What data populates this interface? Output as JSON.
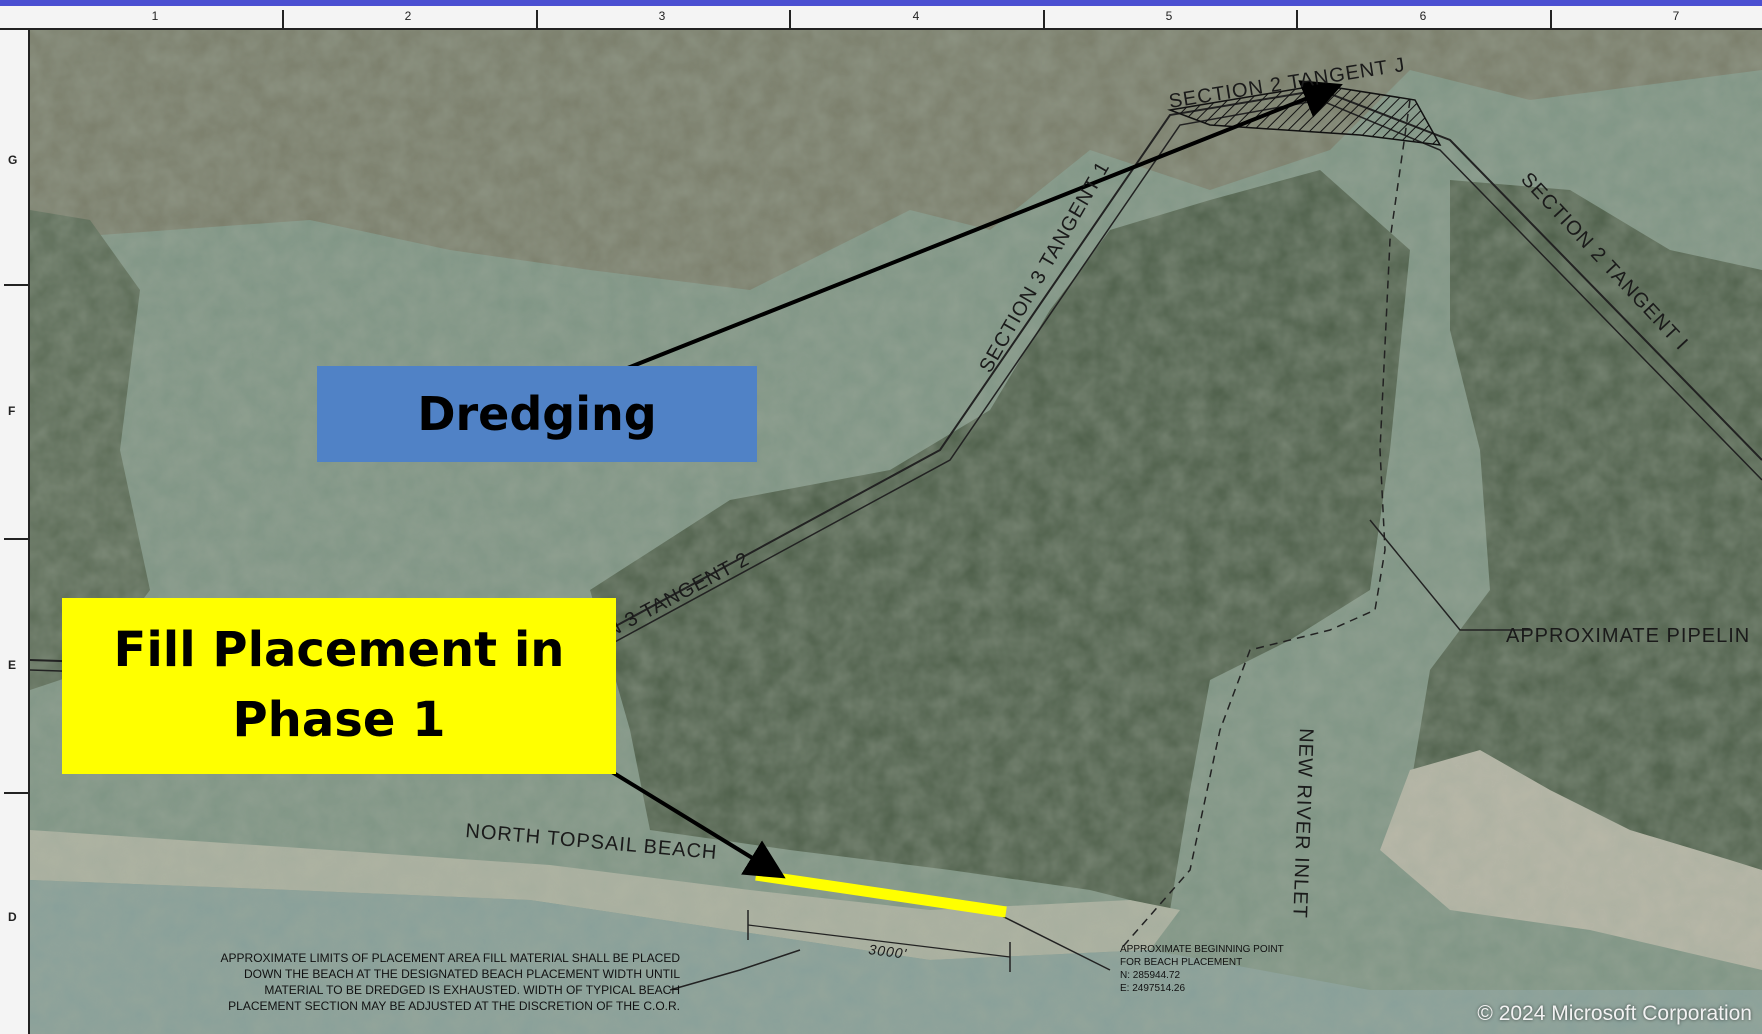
{
  "ruler": {
    "columns": [
      "1",
      "2",
      "3",
      "4",
      "5",
      "6",
      "7"
    ],
    "rows": [
      "G",
      "F",
      "E",
      "D"
    ]
  },
  "map": {
    "labels": {
      "section2_tangent_j": "SECTION 2 TANGENT J",
      "section3_tangent1": "SECTION 3 TANGENT 1",
      "section2_tangent_i": "SECTION 2 TANGENT I",
      "section3_tangent2": "N 3 TANGENT 2",
      "pipeline": "APPROXIMATE PIPELIN",
      "north_topsail": "NORTH TOPSAIL BEACH",
      "new_river_inlet": "NEW RIVER INLET",
      "dimension": "3000'"
    },
    "note_limits": [
      "APPROXIMATE LIMITS OF PLACEMENT AREA FILL MATERIAL SHALL BE PLACED",
      "DOWN THE BEACH AT THE DESIGNATED BEACH PLACEMENT WIDTH UNTIL",
      "MATERIAL TO BE DREDGED IS EXHAUSTED. WIDTH OF TYPICAL BEACH",
      "PLACEMENT SECTION MAY BE ADJUSTED AT THE DISCRETION OF THE C.O.R."
    ],
    "note_beginning": [
      "APPROXIMATE BEGINNING POINT",
      "FOR BEACH PLACEMENT",
      "N: 285944.72",
      "E: 2497514.26"
    ]
  },
  "callouts": {
    "dredging": "Dredging",
    "fill_line1": "Fill Placement in",
    "fill_line2": "Phase 1"
  },
  "copyright": "© 2024 Microsoft Corporation",
  "colors": {
    "frame": "#4a4fd1",
    "dredging_box": "#5082c6",
    "fill_box": "#ffff00",
    "placement_line": "#ffff00"
  }
}
